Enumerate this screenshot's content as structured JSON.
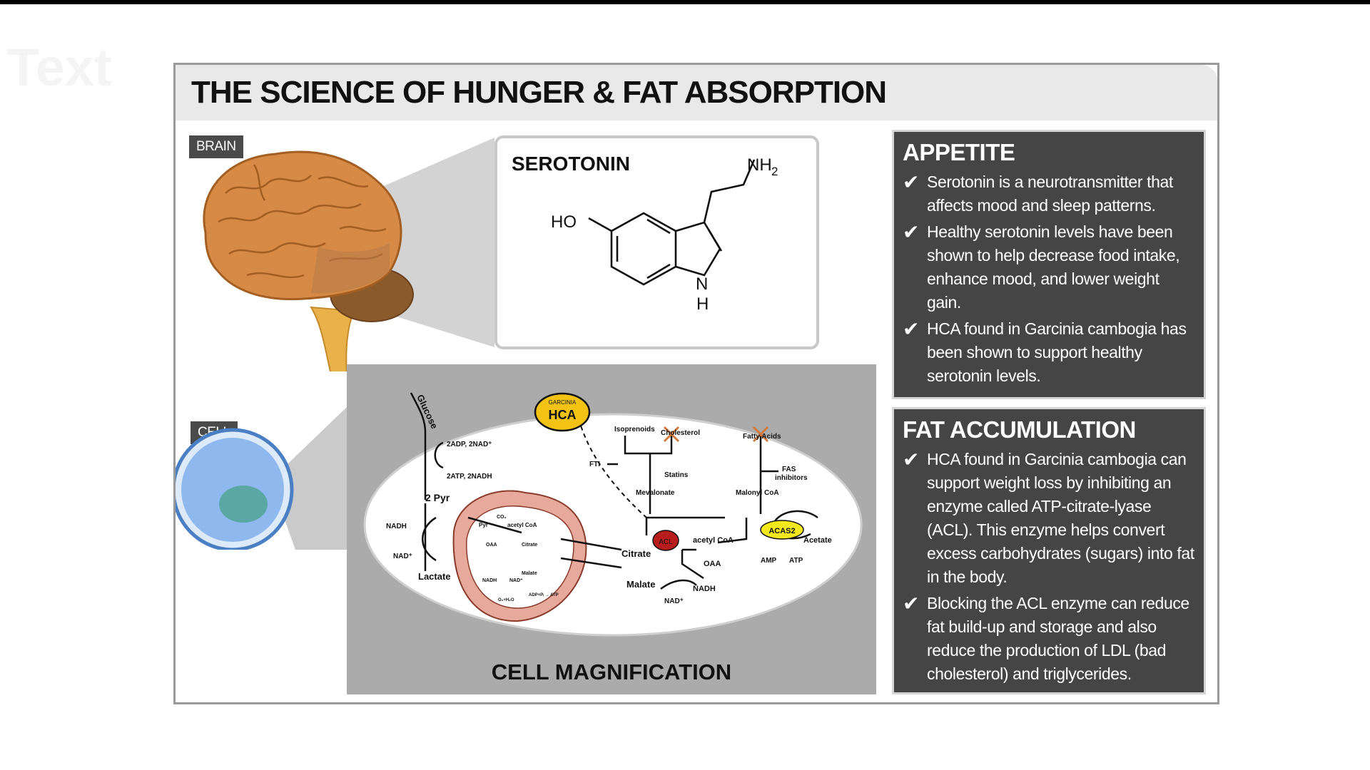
{
  "ghost_text": "Text",
  "title": "THE SCIENCE OF HUNGER & FAT ABSORPTION",
  "labels": {
    "brain": "BRAIN",
    "cell": "CELL"
  },
  "serotonin": {
    "title": "SEROTONIN",
    "ho": "HO",
    "nh2_main": "NH",
    "nh2_sub": "2",
    "n": "N",
    "h": "H"
  },
  "cell_magnification": {
    "caption": "CELL MAGNIFICATION",
    "hca_badge_top": "GARCINIA",
    "hca_badge": "HCA",
    "acl": "ACL",
    "acas2": "ACAS2",
    "texts": {
      "glucose": "Glucose",
      "adp": "2ADP, 2NAD⁺",
      "atp": "2ATP, 2NADH",
      "pyr": "2 Pyr",
      "nadh_left": "NADH",
      "nad_left": "NAD⁺",
      "lactate": "Lactate",
      "co2": "CO₂",
      "pyr_small": "Pyr",
      "acetylcoa_small": "acetyl CoA",
      "oaa_small": "OAA",
      "citrate_small": "Citrate",
      "malate_small": "Malate",
      "nadh_small": "NADH",
      "nad_small": "NAD⁺",
      "o2": "O₂+H₂O",
      "adp_small": "ADP+Pᵢ → ATP",
      "isoprenoids": "Isoprenoids",
      "cholesterol": "Cholesterol",
      "fatty_acids": "Fatty Acids",
      "fti": "FTI",
      "statins": "Statins",
      "fas": "FAS",
      "inhibitors": "inhibitors",
      "mevalonate": "Mevalonate",
      "malonyl": "Malonyl CoA",
      "citrate": "Citrate",
      "acetylcoa": "acetyl CoA",
      "acetate": "Acetate",
      "amp": "AMP",
      "atp2": "ATP",
      "oaa": "OAA",
      "malate": "Malate",
      "nadh": "NADH",
      "nad": "NAD⁺"
    }
  },
  "appetite": {
    "heading": "APPETITE",
    "items": [
      "Serotonin is a neurotransmitter that affects mood and sleep patterns.",
      "Healthy serotonin levels have been shown to help decrease food intake, enhance mood, and lower weight gain.",
      "HCA found in Garcinia cambogia has been shown to support healthy serotonin levels."
    ]
  },
  "fat": {
    "heading": "FAT ACCUMULATION",
    "items": [
      "HCA found in Garcinia cambogia can support weight loss by inhibiting an enzyme called ATP-citrate-lyase (ACL). This enzyme helps convert excess carbohydrates (sugars) into fat in the body.",
      "Blocking the ACL enzyme can reduce fat build-up and storage and also reduce the production of LDL (bad cholesterol) and triglycerides."
    ]
  },
  "check_glyph": "✔",
  "colors": {
    "panel_dark": "#454545",
    "brain": "#d68a45",
    "cell": "#6fa7e6",
    "hca": "#f3c313",
    "acl": "#b81d1d",
    "mito": "#e7a99c"
  }
}
